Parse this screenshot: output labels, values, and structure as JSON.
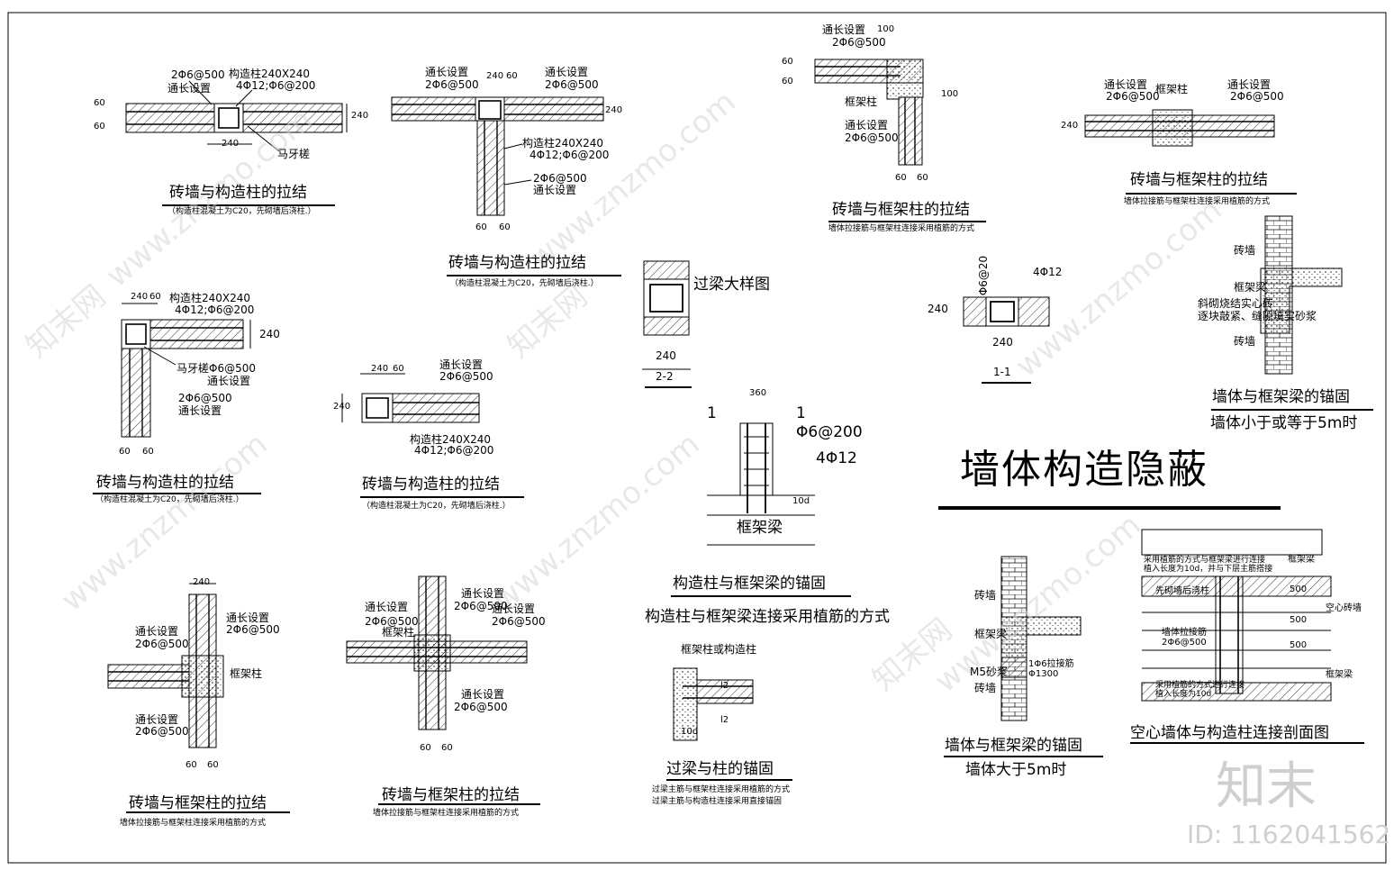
{
  "title": "墙体构造隐蔽",
  "captions": {
    "d1": "砖墙与构造柱的拉结",
    "d2": "砖墙与构造柱的拉结",
    "d3": "砖墙与构造柱的拉结",
    "d4": "砖墙与构造柱的拉结",
    "d5": "砖墙与框架柱的拉结",
    "d6": "砖墙与框架柱的拉结",
    "d7": "砖墙与框架柱的拉结",
    "d8": "砖墙与框架柱的拉结",
    "lintel": "过梁大样图",
    "anchor_col_beam": "构造柱与框架梁的锚固",
    "anchor_col_beam_sub": "构造柱与框架梁连接采用植筋的方式",
    "lintel_anchor": "过梁与柱的锚固",
    "wall_beam_small": "墙体与框架梁的锚固",
    "wall_beam_small_sub": "墙体小于或等于5m时",
    "wall_beam_big": "墙体与框架梁的锚固",
    "wall_beam_big_sub": "墙体大于5m时",
    "hollow": "空心墙体与构造柱连接剖面图"
  },
  "notes": {
    "col_concrete": "（构造柱混凝土为C20，先砌墙后浇柱.）",
    "frame_plant": "墙体拉接筋与框架柱连接采用植筋的方式",
    "lintel_n1": "过梁主筋与框架柱连接采用植筋的方式",
    "lintel_n2": "过梁主筋与构造柱连接采用直接锚固"
  },
  "labels": {
    "tongchang": "通长设置",
    "rebar_2d6": "2Φ6@500",
    "col_size": "构造柱240X240",
    "col_rebar": "4Φ12;Φ6@200",
    "mayacha": "马牙槎",
    "horse_2d6": "马牙槎Φ6@500",
    "frame_col": "框架柱",
    "frame_beam": "框架梁",
    "brick": "砖墙",
    "m5": "M5砂浆",
    "tie_bar": "1Φ6拉接筋",
    "d1300": "Φ1300",
    "slant": "斜砌烧结实心砖",
    "slant2": "逐块敲紧、缝隙填实砂浆",
    "frame_or_col": "框架柱或构造柱",
    "hollow_wall": "空心砖墙",
    "wall_tie": "墙体拉接筋",
    "wall_tie_r": "2Φ6@500",
    "plant_n1": "采用植筋的方式与框架梁进行连接",
    "plant_n2": "植入长度为10d，并与下层主筋搭接",
    "plant_n3": "采用植筋的方式进行连接",
    "plant_n4": "植入长度为10d",
    "first_wall": "先砌墙后浇柱",
    "stir": "Φ6@200",
    "main": "4Φ12",
    "sec11": "1-1",
    "sec22": "2-2",
    "one": "1",
    "d6_20": "Φ6@20",
    "stir_4d12": "4Φ12",
    "l12": "l2",
    "l10d": "10d"
  },
  "dims": {
    "d240": "240",
    "d60": "60",
    "d100": "100",
    "d360": "360",
    "d500": "500",
    "d10d": "10d"
  },
  "watermark": {
    "site": "www.znzmo.com",
    "cn": "知末网",
    "logo": "知末",
    "id": "ID: 1162041562"
  }
}
